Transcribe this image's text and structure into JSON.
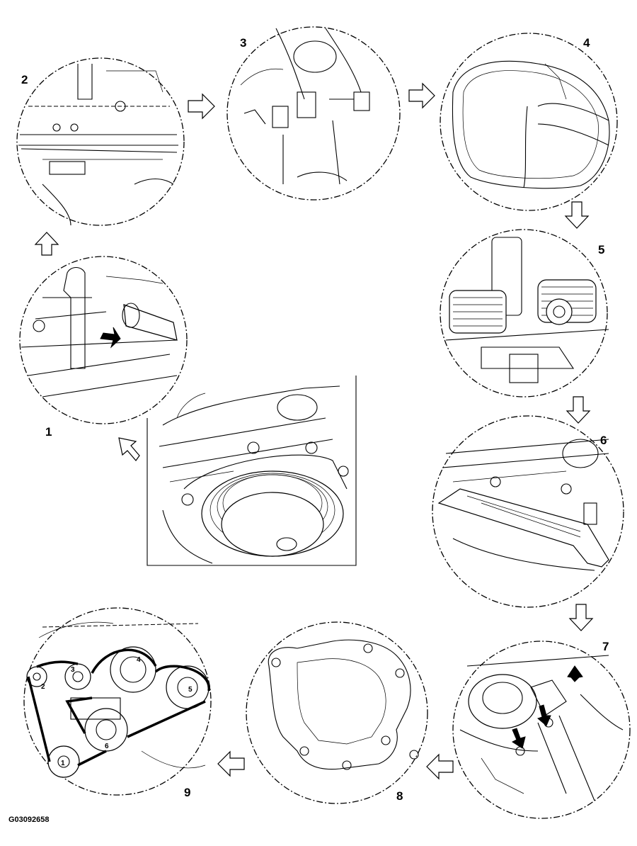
{
  "steps": [
    {
      "number": "1"
    },
    {
      "number": "2"
    },
    {
      "number": "3"
    },
    {
      "number": "4"
    },
    {
      "number": "5"
    },
    {
      "number": "6"
    },
    {
      "number": "7"
    },
    {
      "number": "8"
    },
    {
      "number": "9"
    }
  ],
  "belt_routing_labels": [
    "2",
    "3",
    "4",
    "5",
    "6",
    "1"
  ],
  "reference_code": "G03092658",
  "icons": {
    "flow_arrow": "outline-block-arrow-icon",
    "pointer_arrow": "black-pointer-arrow-icon"
  },
  "colors": {
    "line": "#000000",
    "background": "#ffffff"
  }
}
